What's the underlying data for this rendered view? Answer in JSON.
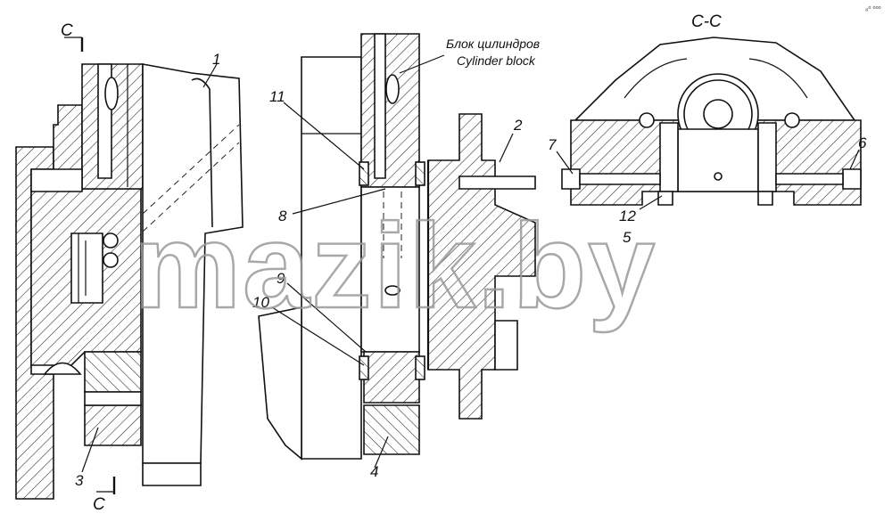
{
  "watermark": "mazik.by",
  "cylinder_block_label": {
    "ru": "Блок цилиндров",
    "en": "Cylinder block"
  },
  "section_view_title": "С-С",
  "section_marks": {
    "top": "С",
    "bottom": "С"
  },
  "corner_mark": "₈ᵒ ᵒᵒᵒ",
  "callouts": [
    "1",
    "2",
    "3",
    "4",
    "5",
    "6",
    "7",
    "8",
    "9",
    "10",
    "11",
    "12"
  ]
}
